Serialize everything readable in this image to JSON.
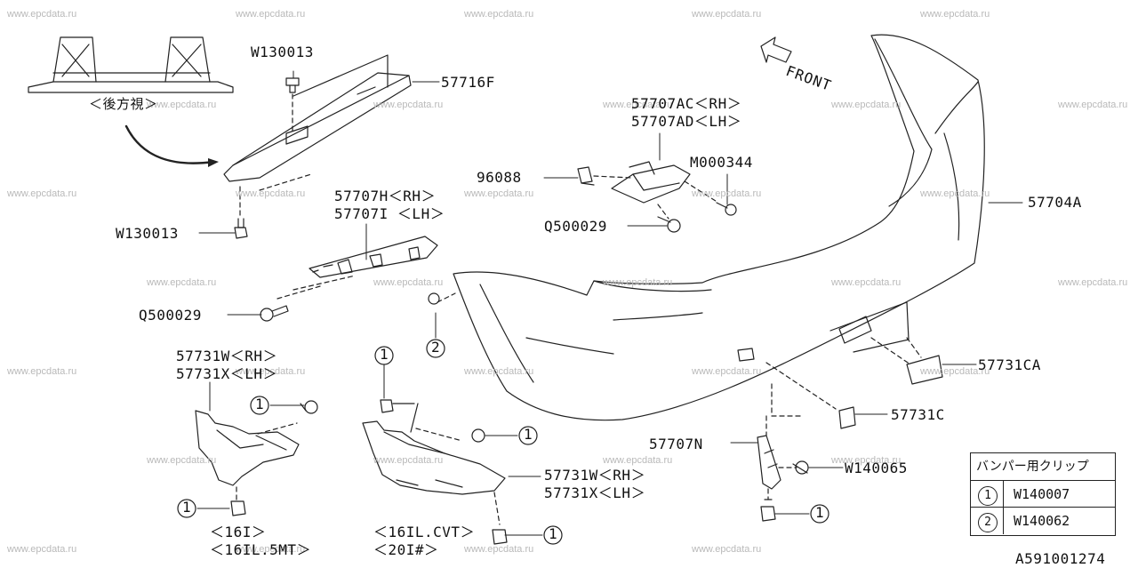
{
  "watermark": "www.epcdata.ru",
  "front_label": "FRONT",
  "rear_view_label": "＜後方視＞",
  "labels": {
    "w130013_top": "W130013",
    "p57716f": "57716F",
    "w130013_bottom": "W130013",
    "p57707ac": "57707AC＜RH＞",
    "p57707ad": "57707AD＜LH＞",
    "m000344": "M000344",
    "p96088": "96088",
    "q500029_upper": "Q500029",
    "p57704a": "57704A",
    "p57707h": "57707H＜RH＞",
    "p57707i": "57707I ＜LH＞",
    "q500029_lower": "Q500029",
    "p57731w_left": "57731W＜RH＞",
    "p57731x_left": "57731X＜LH＞",
    "p57731ca": "57731CA",
    "p57731c": "57731C",
    "p57707n": "57707N",
    "w140065": "W140065",
    "p57731w_mid": "57731W＜RH＞",
    "p57731x_mid": "57731X＜LH＞",
    "note_16i": "＜16I＞",
    "note_16il5mt": "＜16IL.5MT＞",
    "note_16ilcvt": "＜16IL.CVT＞",
    "note_20i": "＜20I#＞",
    "diagram_id": "A591001274"
  },
  "callouts": {
    "one": "1",
    "two": "2"
  },
  "legend": {
    "header": "バンパー用クリップ",
    "rows": [
      {
        "mark": "1",
        "part": "W140007"
      },
      {
        "mark": "2",
        "part": "W140062"
      }
    ]
  }
}
